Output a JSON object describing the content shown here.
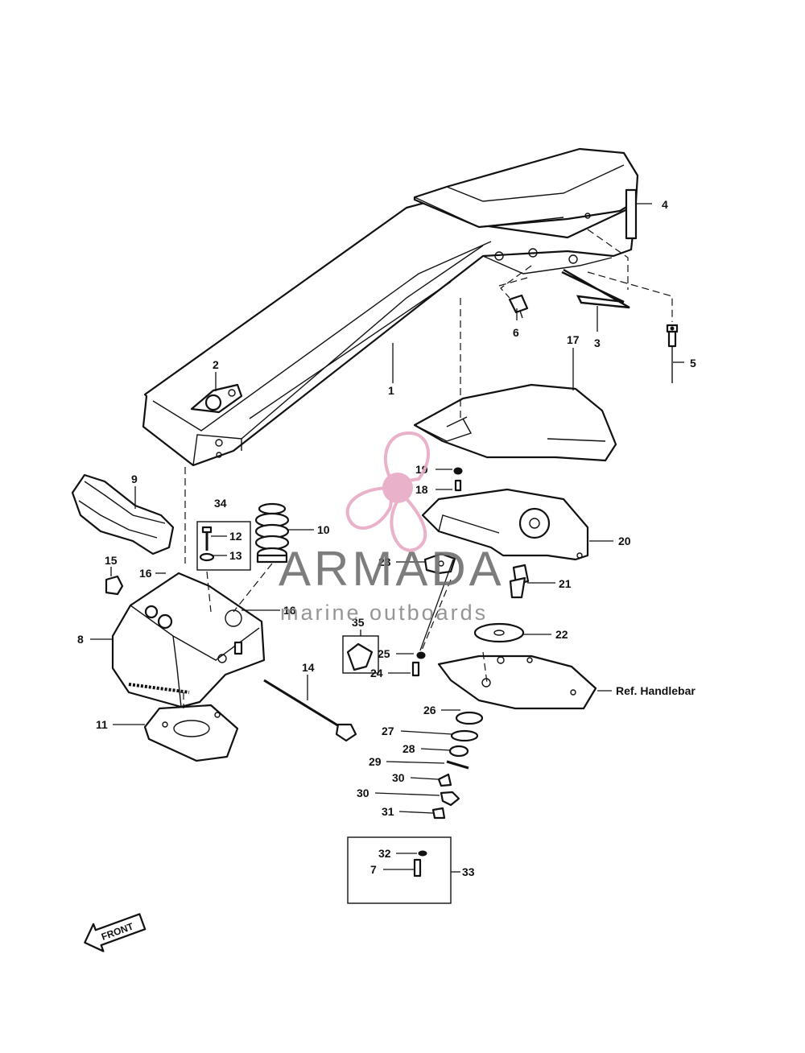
{
  "watermark": {
    "title": "ARMADA",
    "subtitle": "marine outboards",
    "logo_color": "#e7a9c5"
  },
  "front_arrow_label": "FRONT",
  "reference_label": "Ref. Handlebar",
  "callouts": [
    "1",
    "2",
    "3",
    "4",
    "5",
    "6",
    "7",
    "8",
    "9",
    "10",
    "11",
    "12",
    "13",
    "14",
    "15",
    "16",
    "16",
    "17",
    "18",
    "19",
    "20",
    "21",
    "22",
    "23",
    "24",
    "25",
    "26",
    "27",
    "28",
    "29",
    "30",
    "30",
    "31",
    "32",
    "33",
    "34",
    "35"
  ]
}
